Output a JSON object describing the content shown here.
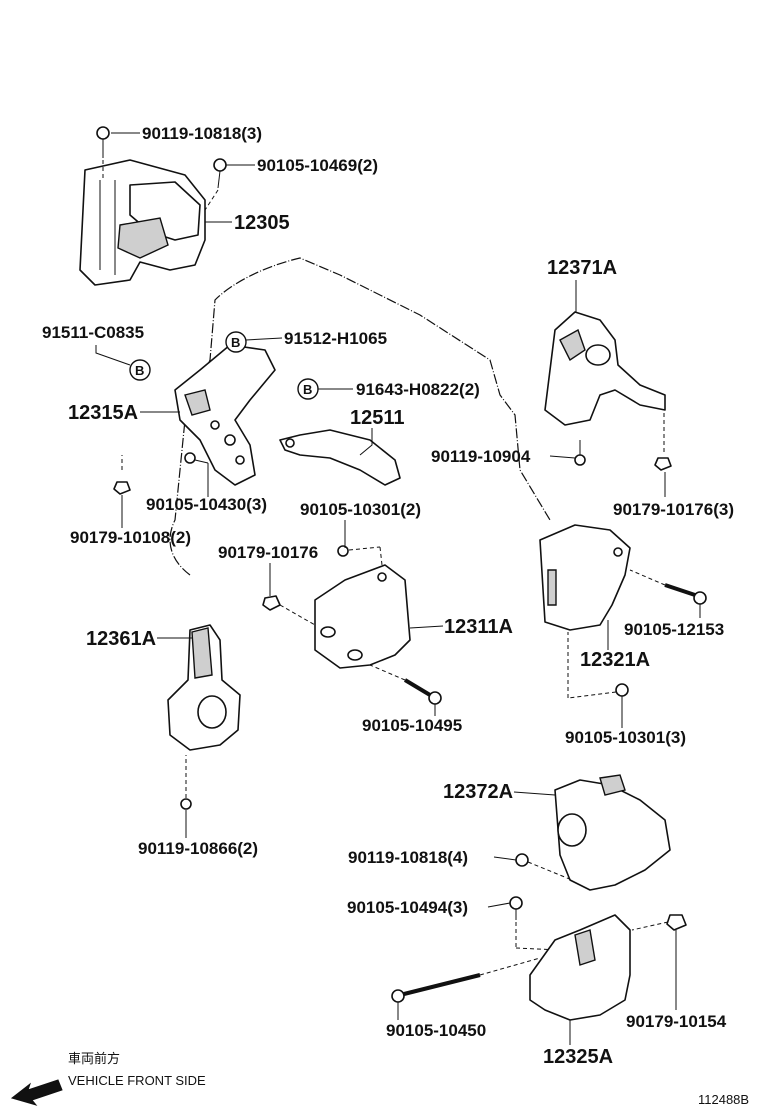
{
  "labels": {
    "p90119_10818_3": "90119-10818(3)",
    "p90105_10469_2": "90105-10469(2)",
    "p12305": "12305",
    "p12371A": "12371A",
    "p91511_C0835": "91511-C0835",
    "p91512_H1065": "91512-H1065",
    "p91643_H0822_2": "91643-H0822(2)",
    "p12315A": "12315A",
    "p12511": "12511",
    "p90119_10904": "90119-10904",
    "p90105_10430_3": "90105-10430(3)",
    "p90105_10301_2": "90105-10301(2)",
    "p90179_10176_3": "90179-10176(3)",
    "p90179_10108_2": "90179-10108(2)",
    "p90179_10176": "90179-10176",
    "p12361A": "12361A",
    "p12311A": "12311A",
    "p90105_12153": "90105-12153",
    "p12321A": "12321A",
    "p90105_10495": "90105-10495",
    "p90105_10301_3": "90105-10301(3)",
    "p12372A": "12372A",
    "p90119_10866_2": "90119-10866(2)",
    "p90119_10818_4": "90119-10818(4)",
    "p90105_10494_3": "90105-10494(3)",
    "p90105_10450": "90105-10450",
    "p90179_10154": "90179-10154",
    "p12325A": "12325A"
  },
  "callout_letter": "B",
  "legend": {
    "japanese": "車両前方",
    "english": "VEHICLE FRONT SIDE"
  },
  "diagram_id": "112488B"
}
